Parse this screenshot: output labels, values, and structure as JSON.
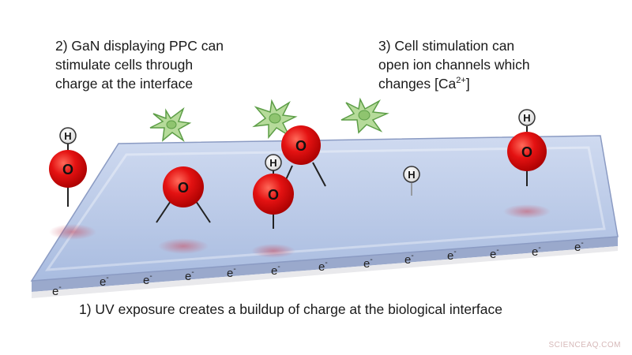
{
  "labels": {
    "step2": {
      "line1": "2) GaN displaying PPC can",
      "line2": "stimulate cells through",
      "line3": "charge at the interface"
    },
    "step3": {
      "line1": "3) Cell stimulation can",
      "line2": "open ion channels which",
      "line3_prefix": "changes [Ca",
      "line3_sup": "2+",
      "line3_suffix": "]"
    },
    "step1": "1) UV exposure creates a buildup of charge at the biological interface"
  },
  "atoms": {
    "oxygen": "O",
    "hydrogen": "H"
  },
  "electron": {
    "symbol": "e",
    "charge": "-"
  },
  "watermark": "SCIENCEAQ.COM",
  "colors": {
    "oxygen_fill": "#e01010",
    "slab_top": "#b7c7e6",
    "slab_edge": "#7f8fb8",
    "cell_fill": "#b6db9a",
    "cell_stroke": "#5d9e47"
  }
}
